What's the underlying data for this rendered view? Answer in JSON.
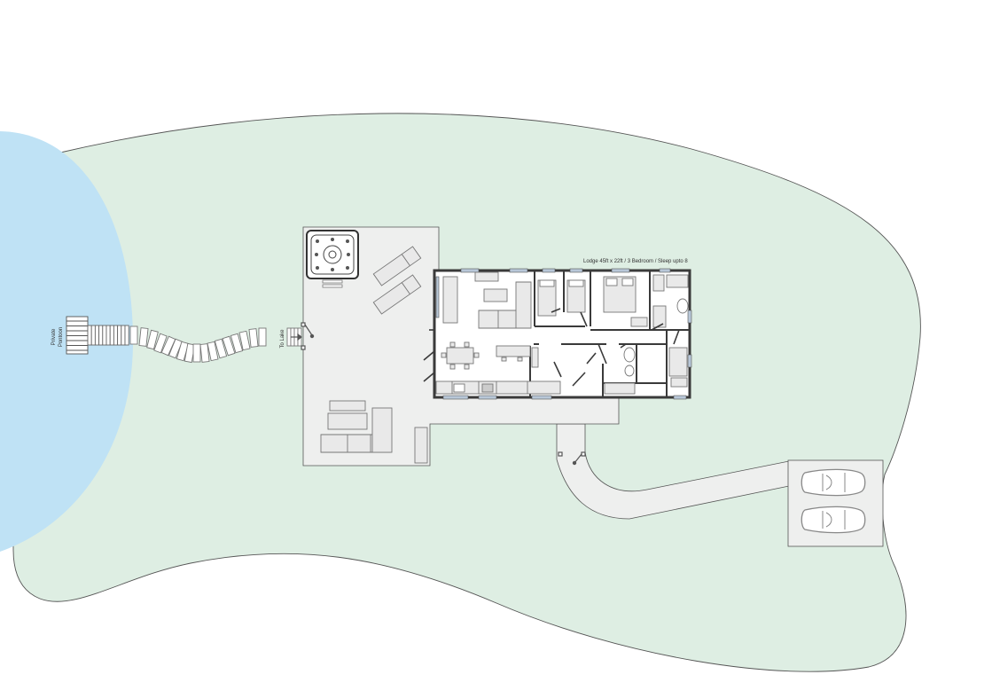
{
  "labels": {
    "lodge": "Lodge 45ft x 22ft / 3 Bedroom / Sleep upto 8",
    "pontoon_line1": "Private",
    "pontoon_line2": "Pontoon",
    "to_lake": "To Lake"
  },
  "colors": {
    "background": "#ffffff",
    "lawn": "#deeee3",
    "lake": "#bfe2f5",
    "deck": "#eeefee",
    "path": "#eeefee",
    "outline": "#555555",
    "wall": "#3a3a3a",
    "furniture": "#e9e9e9",
    "furniture_stroke": "#777777"
  }
}
